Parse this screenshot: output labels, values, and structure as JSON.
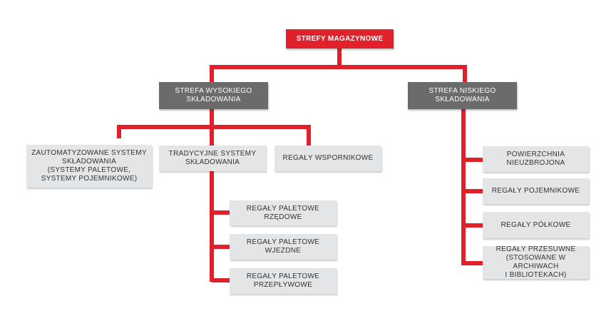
{
  "colors": {
    "connector": "#e0202a",
    "root": "#e0202a",
    "zone": "#6b6b6b",
    "leaf": "#e4e5e6",
    "leaf_text": "#333333"
  },
  "diagram": {
    "root": "STREFY MAGAZYNOWE",
    "high_zone": {
      "label": "STREFA WYSOKIEGO\nSKŁADOWANIA",
      "children": {
        "automated": "ZAUTOMATYZOWANE SYSTEMY\nSKŁADOWANIA\n(SYSTEMY PALETOWE,\nSYSTEMY POJEMNIKOWE)",
        "traditional": "TRADYCYJNE SYSTEMY\nSKŁADOWANIA",
        "cantilever": "REGAŁY WSPORNIKOWE"
      },
      "traditional_children": [
        "REGAŁY PALETOWE\nRZĘDOWE",
        "REGAŁY PALETOWE\nWJEZDNE",
        "REGAŁY PALETOWE\nPRZEPŁYWOWE"
      ]
    },
    "low_zone": {
      "label": "STREFA NISKIEGO\nSKŁADOWANIA",
      "children": [
        "POWIERZCHNIA\nNIEUZBROJONA",
        "REGAŁY POJEMNIKOWE",
        "REGAŁY PÓŁKOWE",
        "REGAŁY PRZESUWNE\n(STOSOWANE W ARCHIWACH\nI BIBLIOTEKACH)"
      ]
    }
  }
}
